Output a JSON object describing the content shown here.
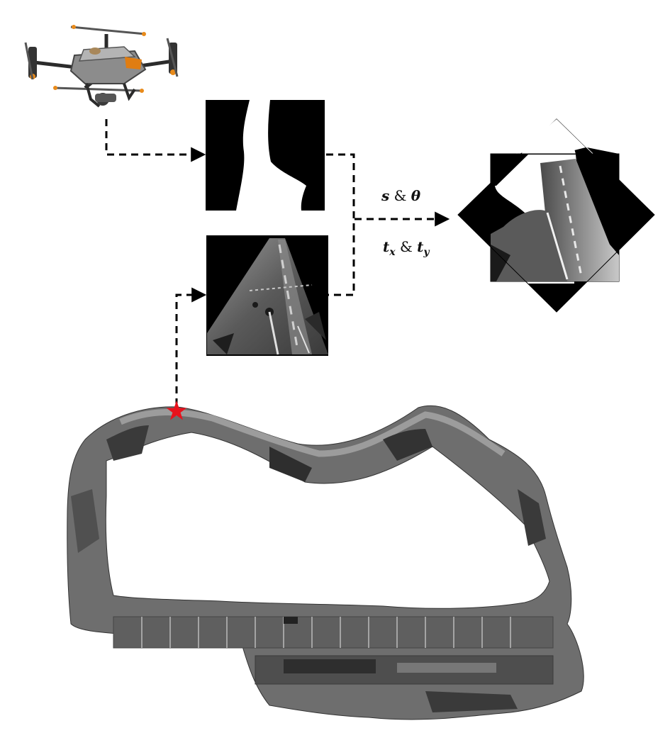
{
  "labels": {
    "scale_rotation": {
      "a": "s",
      "amp": " & ",
      "b": "θ"
    },
    "translation": {
      "a": "t",
      "a_sub": "x",
      "amp": " & ",
      "b": "t",
      "b_sub": "y"
    }
  },
  "colors": {
    "arrow": "#000000",
    "star": "#e8121c",
    "mask_black": "#000000",
    "mask_white": "#ffffff",
    "road_gray": "#6a6a6a"
  },
  "icons": [
    "drone-icon",
    "star-marker-icon"
  ]
}
